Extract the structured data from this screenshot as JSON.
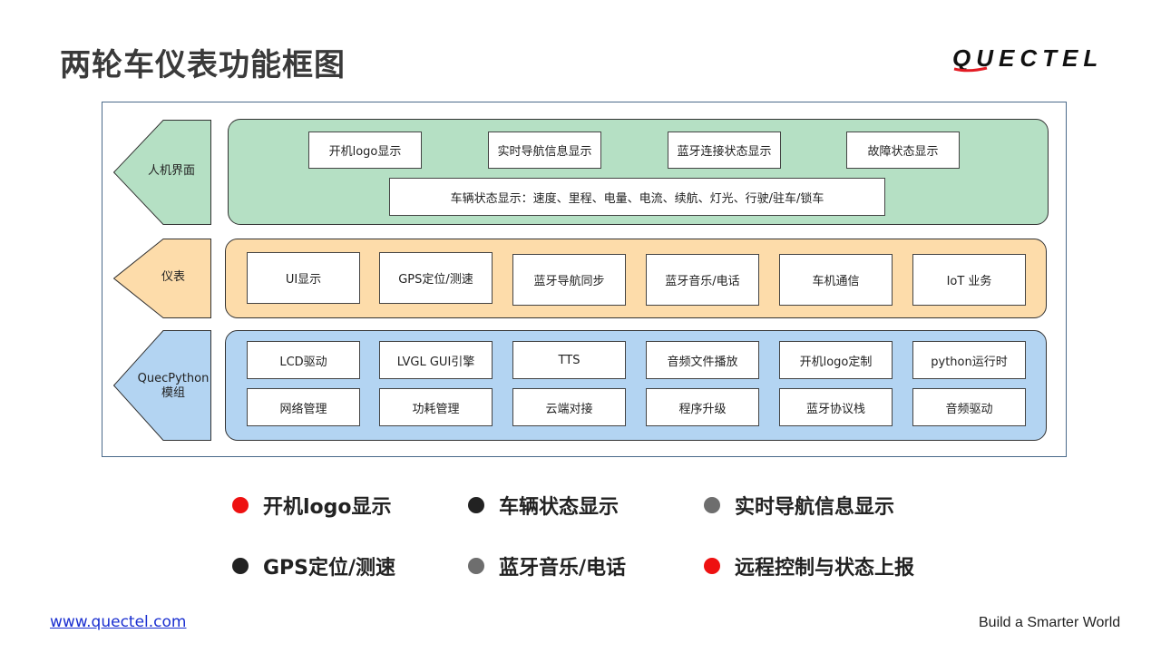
{
  "title": "两轮车仪表功能框图",
  "brand": "QUECTEL",
  "colors": {
    "brand_red": "#e31b23",
    "green": "#b5e0c4",
    "orange": "#fddcaa",
    "blue": "#b3d4f2"
  },
  "rows": [
    {
      "label": "人机界面",
      "boxes": [
        "开机logo显示",
        "实时导航信息显示",
        "蓝牙连接状态显示",
        "故障状态显示",
        "车辆状态显示：速度、里程、电量、电流、续航、灯光、行驶/驻车/锁车"
      ]
    },
    {
      "label": "仪表",
      "boxes": [
        "UI显示",
        "GPS定位/测速",
        "蓝牙导航同步",
        "蓝牙音乐/电话",
        "车机通信",
        "IoT 业务"
      ]
    },
    {
      "label_line1": "QuecPython",
      "label_line2": "模组",
      "boxes": [
        "LCD驱动",
        "LVGL GUI引擎",
        "TTS",
        "音频文件播放",
        "开机logo定制",
        "python运行时",
        "网络管理",
        "功耗管理",
        "云端对接",
        "程序升级",
        "蓝牙协议栈",
        "音频驱动"
      ]
    }
  ],
  "legend": [
    {
      "text": "开机logo显示",
      "color": "#ee1111"
    },
    {
      "text": "车辆状态显示",
      "color": "#222222"
    },
    {
      "text": "实时导航信息显示",
      "color": "#6e6e6e"
    },
    {
      "text": "GPS定位/测速",
      "color": "#222222"
    },
    {
      "text": "蓝牙音乐/电话",
      "color": "#6e6e6e"
    },
    {
      "text": "远程控制与状态上报",
      "color": "#ee1111"
    }
  ],
  "footer": {
    "url": "www.quectel.com",
    "tagline": "Build a Smarter World"
  }
}
